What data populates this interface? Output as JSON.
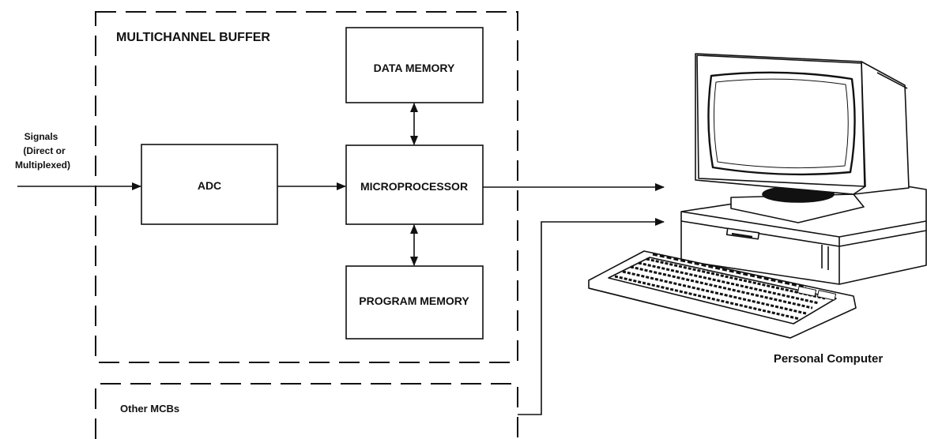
{
  "diagram": {
    "buffer_title": "MULTICHANNEL BUFFER",
    "blocks": {
      "adc": "ADC",
      "microprocessor": "MICROPROCESSOR",
      "data_memory": "DATA MEMORY",
      "program_memory": "PROGRAM MEMORY"
    },
    "signals": {
      "line1": "Signals",
      "line2": "(Direct or",
      "line3": "Multiplexed)"
    },
    "other_mcbs": "Other MCBs",
    "computer_label": "Personal Computer"
  },
  "colors": {
    "ink": "#111111",
    "background": "#ffffff"
  },
  "icons": [
    "personal-computer-icon",
    "arrow-head-icon",
    "double-arrow-icon"
  ]
}
